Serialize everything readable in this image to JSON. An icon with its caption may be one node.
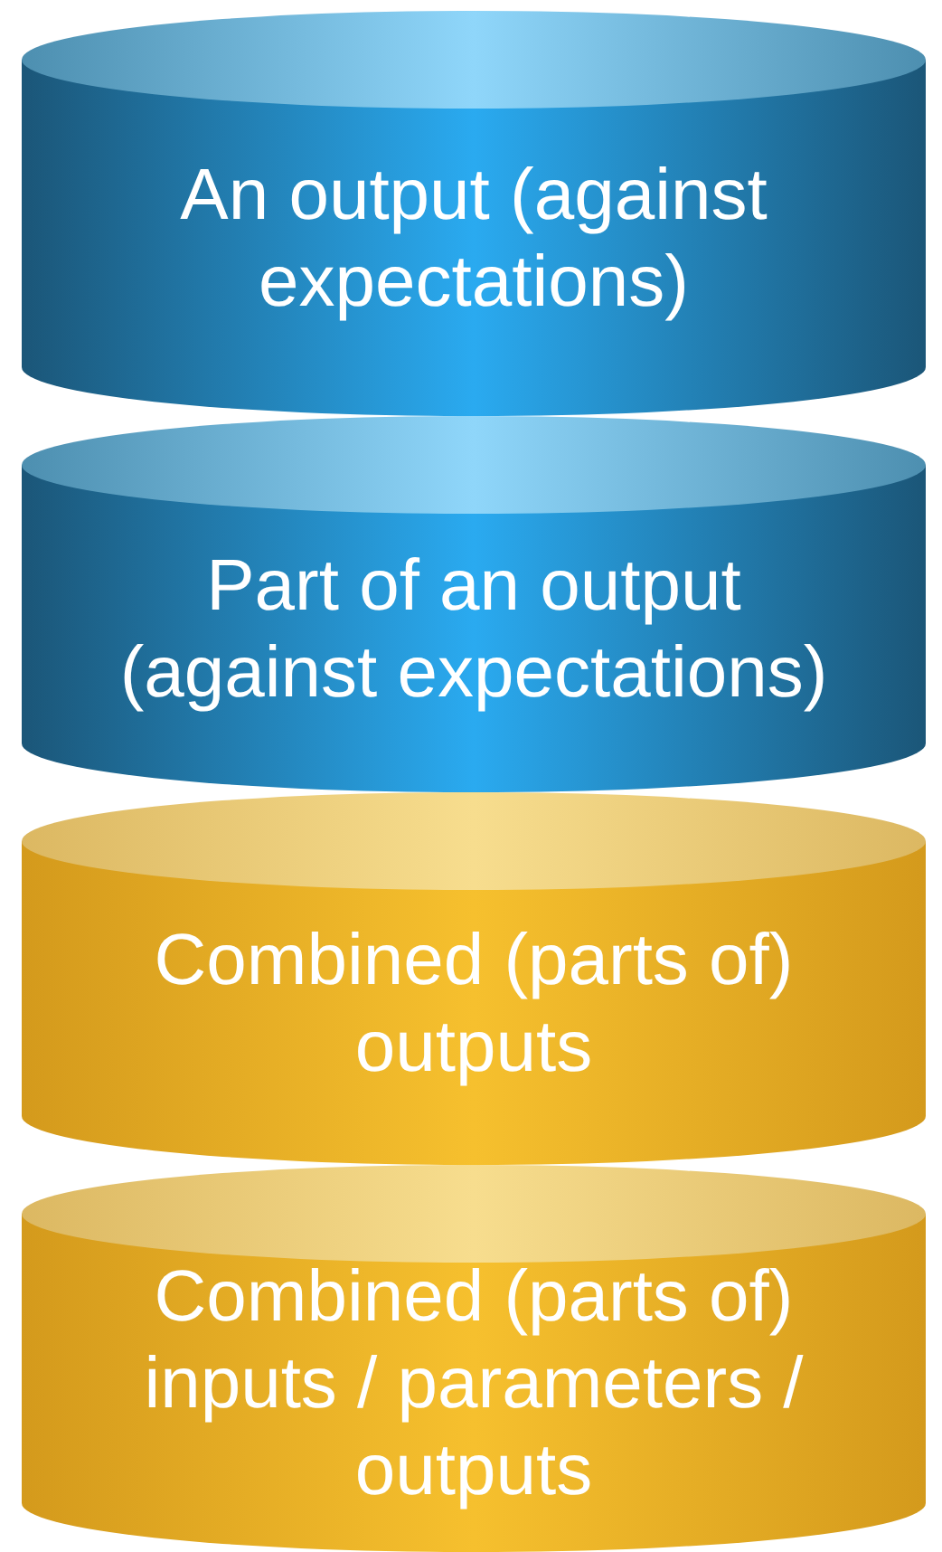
{
  "diagram": {
    "nodes": [
      {
        "text": [
          "An output (against expectations)"
        ]
      },
      {
        "text": [
          "Part of an output (against expectations)"
        ]
      },
      {
        "text": [
          "Combined (parts of) outputs"
        ]
      },
      {
        "text": [
          "Combined (parts of) inputs / parameters / outputs"
        ]
      }
    ]
  }
}
